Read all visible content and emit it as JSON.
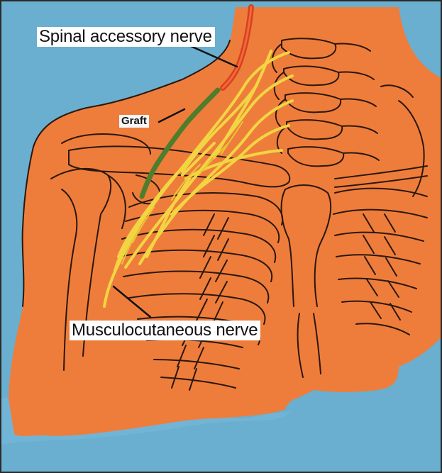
{
  "labels": {
    "spinal_accessory": "Spinal accessory nerve",
    "graft": "Graft",
    "musculocutaneous": "Musculocutaneous nerve"
  },
  "colors": {
    "background": "#6aaed0",
    "body": "#ee7d3c",
    "outline": "#2b170c",
    "nerve_yellow": "#f2d542",
    "graft_green": "#4f7d2b",
    "spinal_accessory_red": "#d9401f"
  }
}
